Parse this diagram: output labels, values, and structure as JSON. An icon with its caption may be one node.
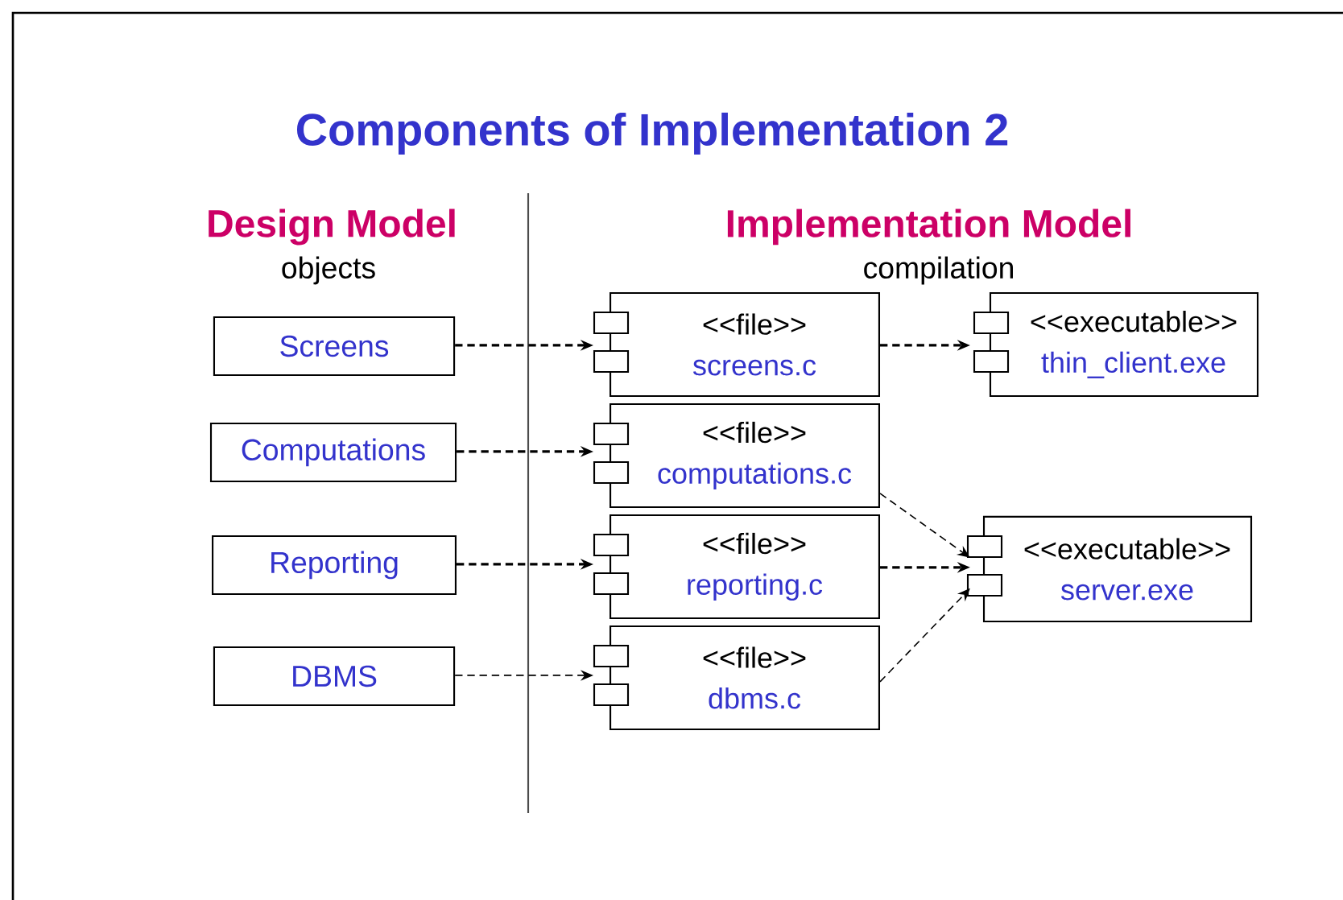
{
  "diagram": {
    "title": "Components of Implementation 2",
    "nodes": [
      {
        "text": [
          "Screens"
        ]
      },
      {
        "text": [
          "Computations"
        ]
      },
      {
        "text": [
          "Reporting"
        ]
      },
      {
        "text": [
          "DBMS"
        ]
      },
      {
        "text": [
          "<<file>>",
          "screens.c"
        ]
      },
      {
        "text": [
          "<<file>>",
          "computations.c"
        ]
      },
      {
        "text": [
          "<<file>>",
          "reporting.c"
        ]
      },
      {
        "text": [
          "<<file>>",
          "dbms.c"
        ]
      },
      {
        "text": [
          "<<executable>>",
          "thin_client.exe"
        ]
      },
      {
        "text": [
          "<<executable>>",
          "server.exe"
        ]
      }
    ],
    "edges": [
      {
        "from": 0,
        "to": 4,
        "arrow": "to",
        "style": "dashed"
      },
      {
        "from": 1,
        "to": 5,
        "arrow": "to",
        "style": "dashed"
      },
      {
        "from": 2,
        "to": 6,
        "arrow": "to",
        "style": "dashed"
      },
      {
        "from": 3,
        "to": 7,
        "arrow": "to",
        "style": "dashed"
      },
      {
        "from": 4,
        "to": 8,
        "arrow": "to",
        "style": "dashed"
      },
      {
        "from": 5,
        "to": 9,
        "arrow": "to",
        "style": "dashed"
      },
      {
        "from": 6,
        "to": 9,
        "arrow": "to",
        "style": "dashed"
      },
      {
        "from": 7,
        "to": 9,
        "arrow": "to",
        "style": "dashed"
      }
    ],
    "labels": [
      "Design Model",
      "objects",
      "Implementation Model",
      "compilation"
    ]
  }
}
